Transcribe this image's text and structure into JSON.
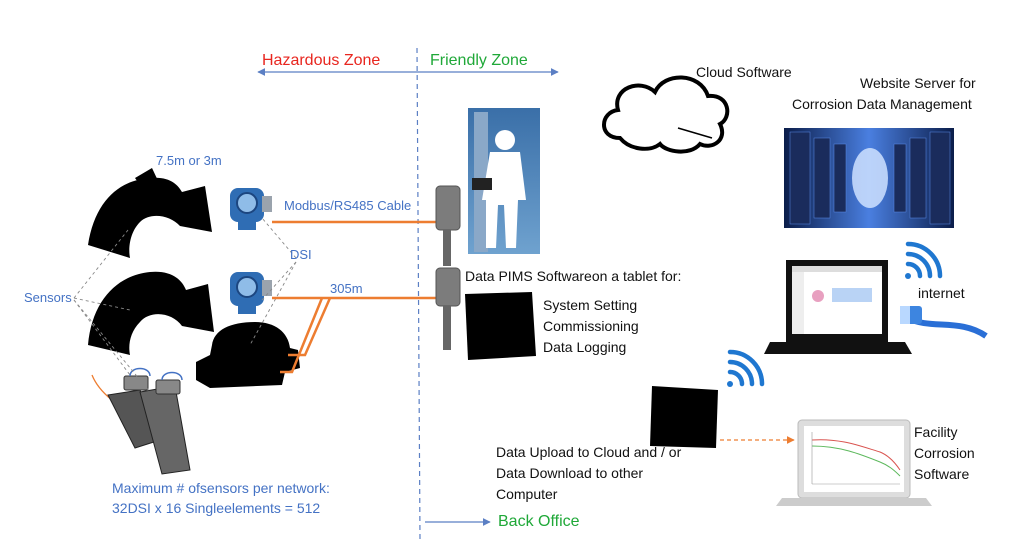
{
  "zones": {
    "hazardous": "Hazardous Zone",
    "friendly": "Friendly Zone",
    "back_office": "Back Office",
    "hazardous_color": "#e8261f",
    "friendly_color": "#1fa838"
  },
  "field": {
    "sensor_length": "7.5m or  3m",
    "dsi_label": "DSI",
    "sensors_label": "Sensors",
    "modbus_cable": "Modbus/RS485 Cable",
    "cable_length": "305m",
    "network_line1": "Maximum # ofsensors per network:",
    "network_line2": "32DSI x 16 Singleelements = 512"
  },
  "tablet": {
    "title": "Data PIMS Softwareon a tablet for:",
    "features": [
      "System Setting",
      "Commissioning",
      "Data Logging"
    ]
  },
  "cloud": {
    "label": "Cloud Software",
    "server_line1": "Website Server for",
    "server_line2": "Corrosion Data Management",
    "internet": "internet"
  },
  "upload": {
    "line1": "Data Upload to Cloud and / or",
    "line2": "Data Download to other",
    "line3": "Computer"
  },
  "facility": {
    "line1": "Facility",
    "line2": "Corrosion",
    "line3": "Software"
  },
  "colors": {
    "cable": "#ed7d31",
    "label_blue": "#4472c4",
    "wifi": "#1f77d0",
    "connector": "#ed7d31"
  }
}
